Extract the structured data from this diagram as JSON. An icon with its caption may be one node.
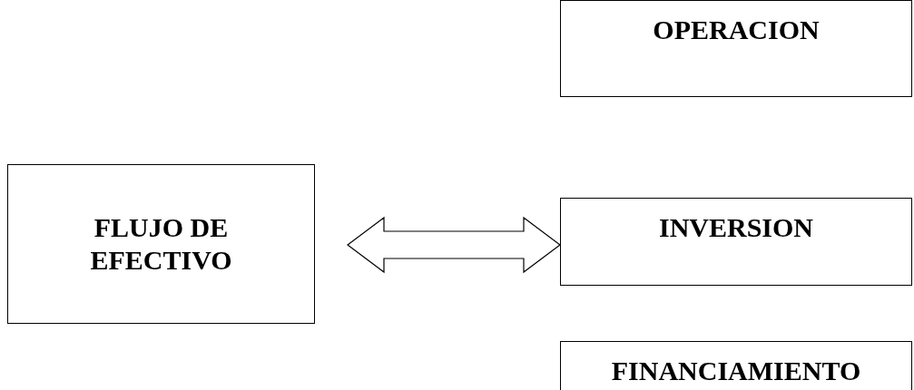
{
  "diagram": {
    "nodes": [
      {
        "text": [
          "FLUJO DE EFECTIVO"
        ]
      },
      {
        "text": [
          "OPERACION"
        ]
      },
      {
        "text": [
          "INVERSION"
        ]
      },
      {
        "text": [
          "FINANCIAMIENTO"
        ]
      }
    ],
    "edges": [
      {
        "from": 0,
        "to": 2,
        "arrow": "both"
      }
    ]
  }
}
